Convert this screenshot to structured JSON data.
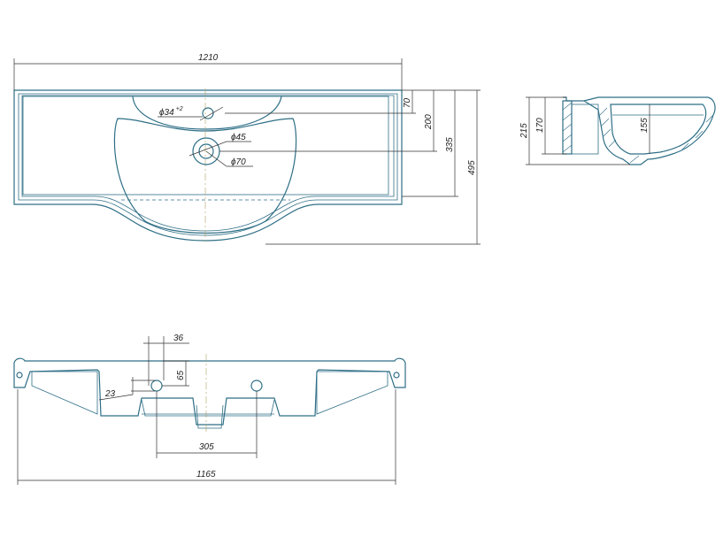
{
  "colors": {
    "part_outline": "#2f6f86",
    "dimension": "#333333",
    "background": "#ffffff"
  },
  "top_view": {
    "width_label": "1210",
    "depth_labels": [
      "70",
      "200",
      "335",
      "495"
    ],
    "tap_hole_label": "ϕ34",
    "tap_hole_tolerance": "+2",
    "drain_inner_label": "ϕ45",
    "drain_outer_label": "ϕ70"
  },
  "side_view": {
    "height_labels": [
      "215",
      "170"
    ],
    "bowl_depth_label": "155"
  },
  "front_view": {
    "width_label": "1165",
    "hole_spacing_label": "305",
    "hole_offset_label": "36",
    "hole_height_label": "65",
    "hole_size_label": "23"
  }
}
